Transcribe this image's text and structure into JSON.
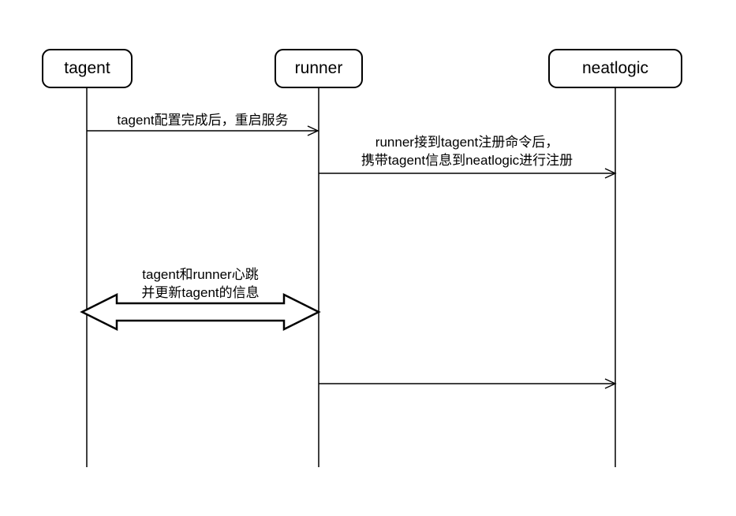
{
  "diagram": {
    "type": "sequence",
    "background_color": "#ffffff",
    "line_color": "#000000",
    "text_color": "#000000",
    "actors": [
      {
        "label": "tagent"
      },
      {
        "label": "runner"
      },
      {
        "label": "neatlogic"
      }
    ],
    "messages": [
      {
        "from": "tagent",
        "to": "runner",
        "style": "open-arrow",
        "label": "tagent配置完成后，重启服务"
      },
      {
        "from": "runner",
        "to": "neatlogic",
        "style": "open-arrow",
        "label_line1": "runner接到tagent注册命令后，",
        "label_line2": "携带tagent信息到neatlogic进行注册"
      },
      {
        "from": "tagent",
        "to": "runner",
        "style": "double-block-arrow",
        "label_line1": "tagent和runner心跳",
        "label_line2": "并更新tagent的信息"
      },
      {
        "from": "runner",
        "to": "neatlogic",
        "style": "open-arrow",
        "label": ""
      }
    ]
  }
}
